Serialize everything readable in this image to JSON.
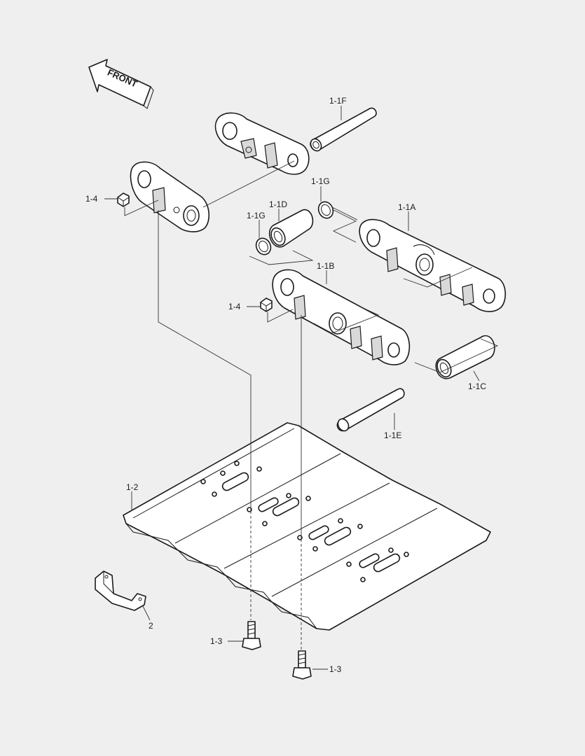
{
  "front_arrow": {
    "text": "FRONT"
  },
  "callouts": {
    "p1_1F": "1-1F",
    "p1_1G_top": "1-1G",
    "p1_1D": "1-1D",
    "p1_1G_left": "1-1G",
    "p1_1A": "1-1A",
    "p1_4_top": "1-4",
    "p1_4_mid": "1-4",
    "p1_1B": "1-1B",
    "p1_1C": "1-1C",
    "p1_1E": "1-1E",
    "p1_2": "1-2",
    "p2": "2",
    "p1_3_left": "1-3",
    "p1_3_right": "1-3"
  }
}
